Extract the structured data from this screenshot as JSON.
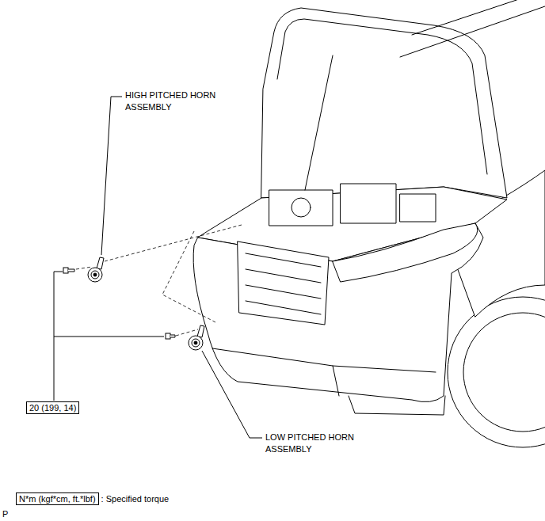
{
  "diagram": {
    "nodes": [
      {
        "text": [
          "20 (199, 14)"
        ]
      },
      {
        "text": [
          "N*m (kgf*cm, ft.*lbf)",
          ": Specified torque"
        ]
      }
    ],
    "labels": [
      "HIGH PITCHED HORN ASSEMBLY",
      "LOW PITCHED HORN ASSEMBLY",
      "P"
    ]
  }
}
